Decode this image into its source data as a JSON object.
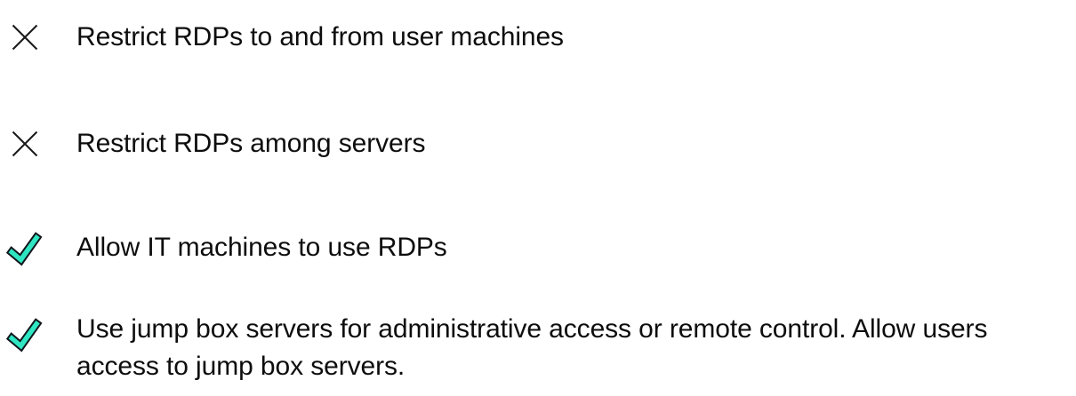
{
  "list": {
    "name": "rdp-access-policy-checklist",
    "background_color": "#ffffff",
    "text_color": "#0d0d0d",
    "icons": {
      "cross": {
        "name": "cross-icon",
        "meaning": "not-allowed",
        "stroke_color": "#1a1a1a"
      },
      "check": {
        "name": "check-icon",
        "meaning": "allowed",
        "fill_color": "#2fe6c2",
        "outline_color": "#10161c"
      }
    },
    "items": [
      {
        "icon": "cross",
        "label": "Restrict RDPs to and from user machines"
      },
      {
        "icon": "cross",
        "label": "Restrict RDPs among servers"
      },
      {
        "icon": "check",
        "label": "Allow IT machines to use RDPs"
      },
      {
        "icon": "check",
        "label": "Use jump box servers for administrative access or remote control. Allow users access to jump box servers."
      }
    ]
  }
}
